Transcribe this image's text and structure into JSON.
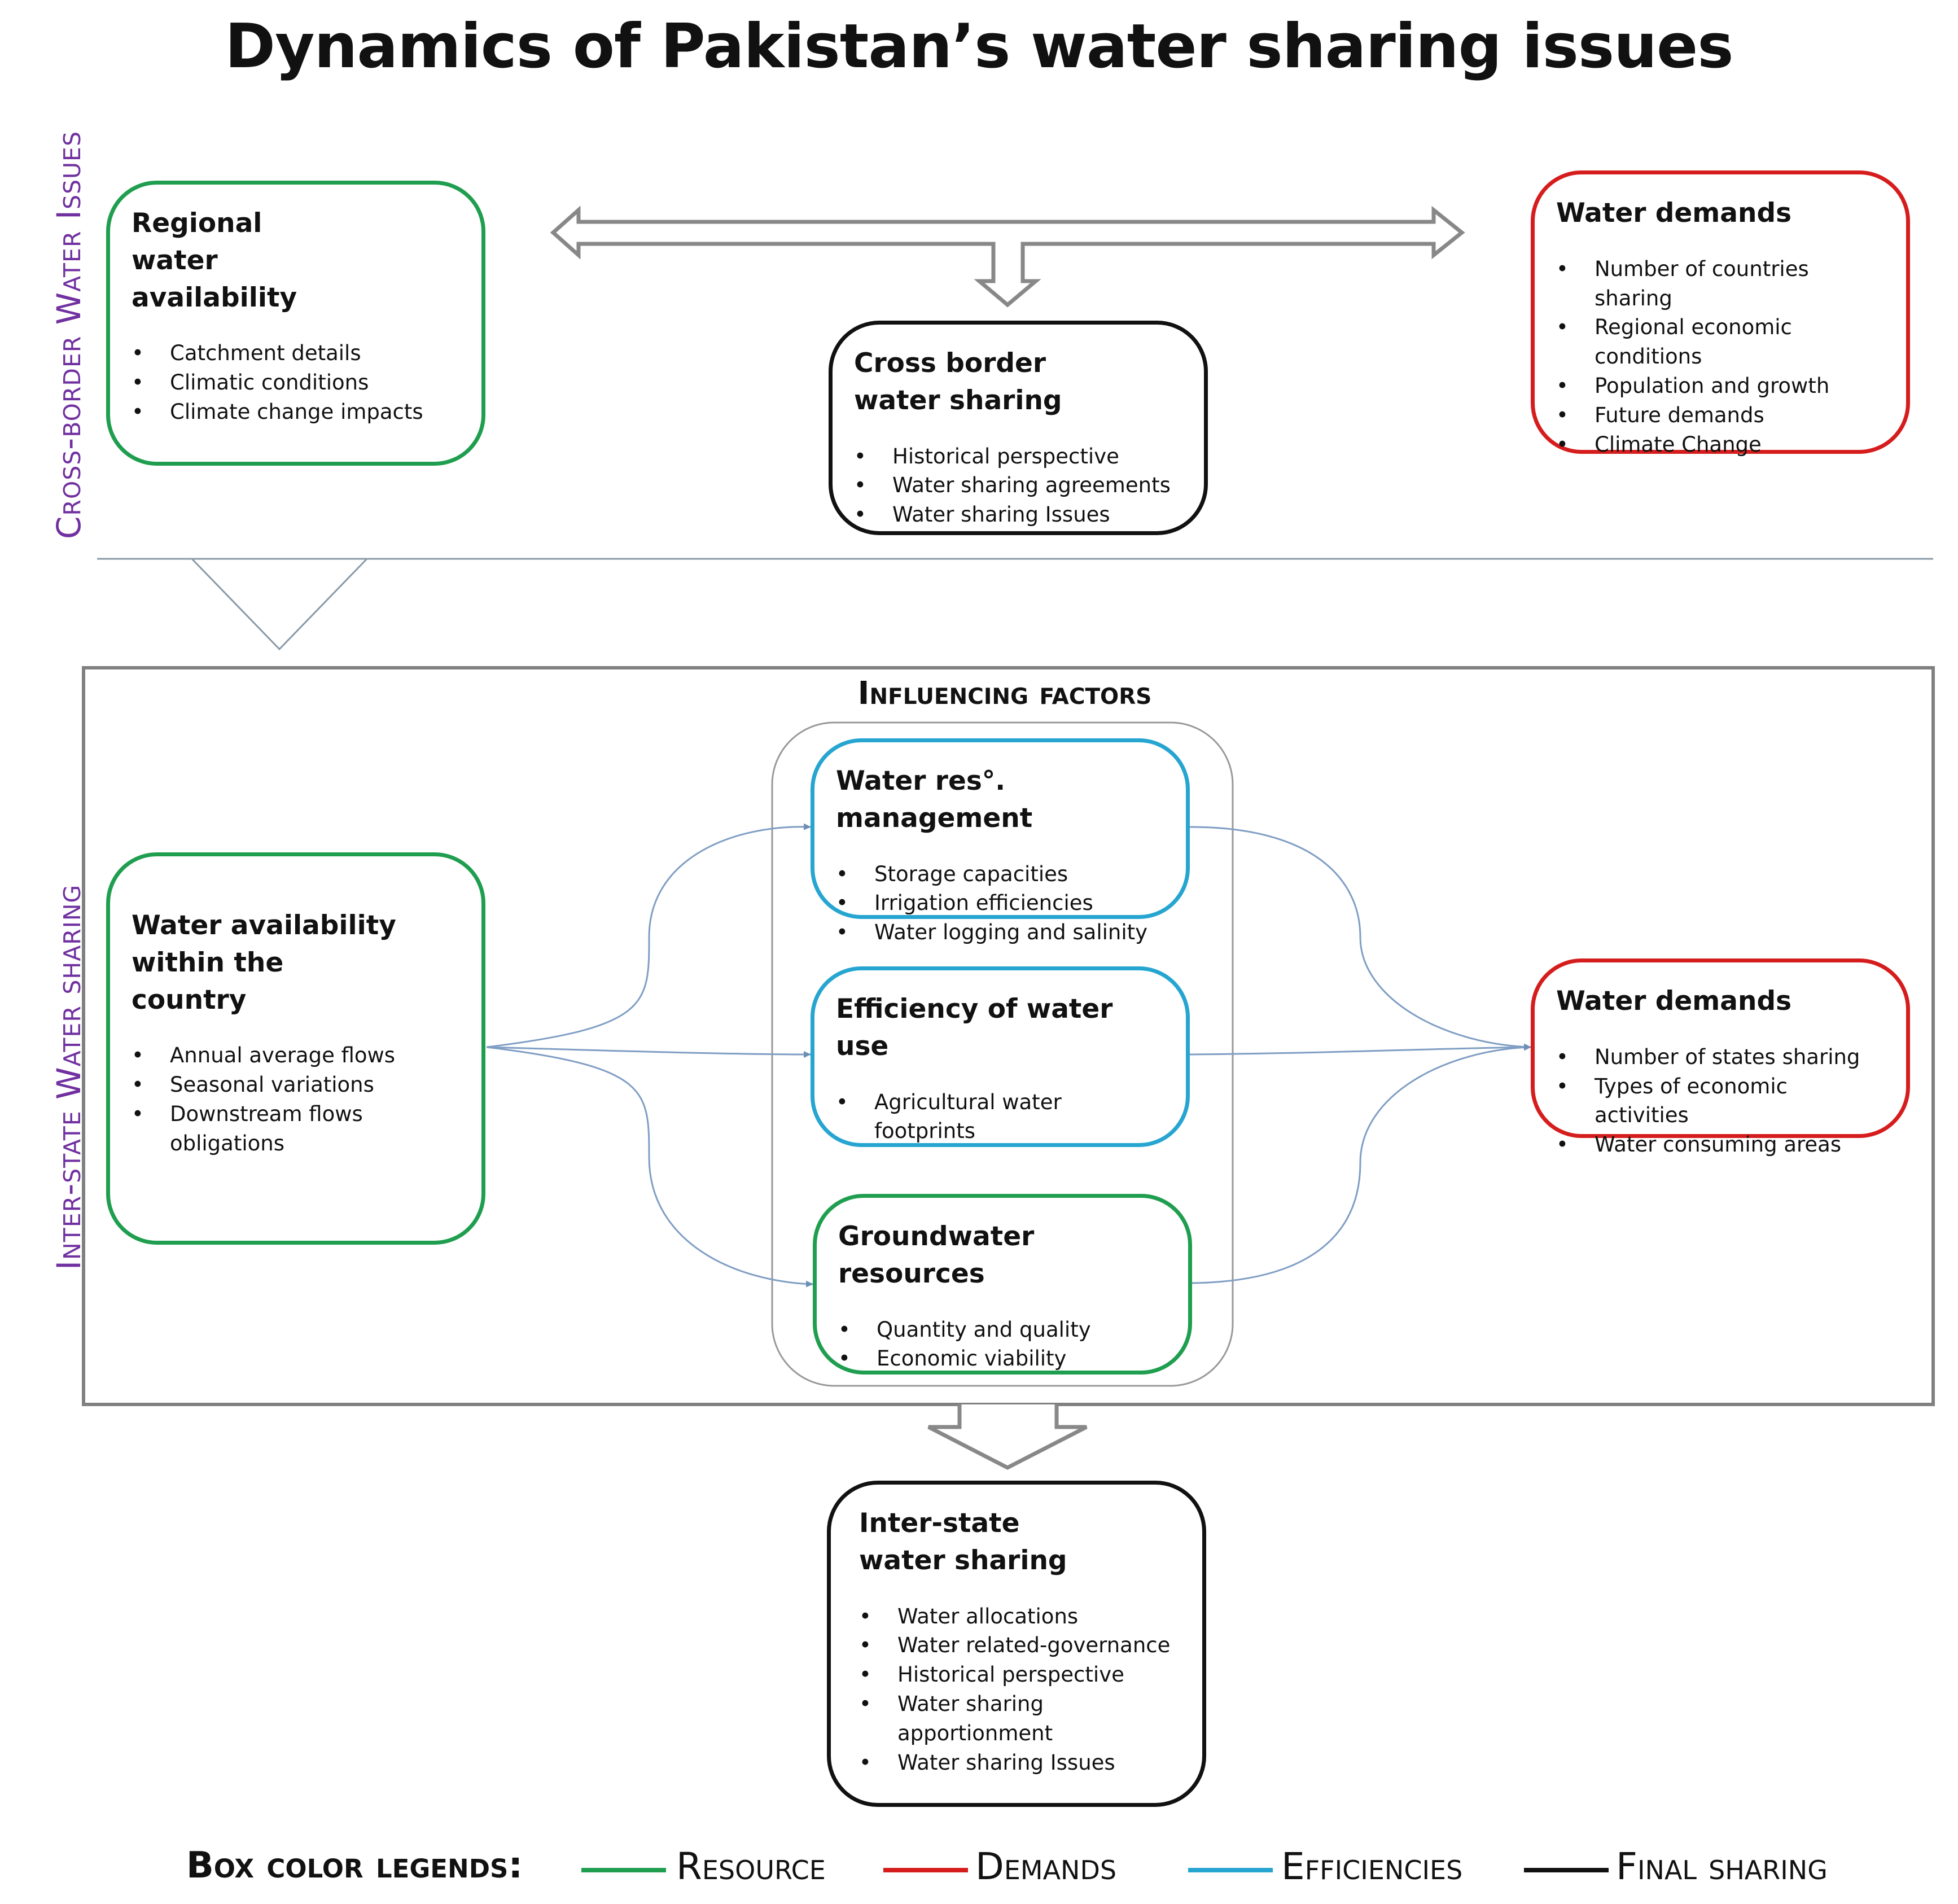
{
  "title": "Dynamics of Pakistan’s water sharing issues",
  "side_labels": {
    "top": "Cross-border Water Issues",
    "bottom": "Inter-state Water sharing"
  },
  "cross_border": {
    "regional": {
      "heading": "Regional water availability",
      "items": [
        "Catchment details",
        "Climatic conditions",
        "Climate change impacts"
      ]
    },
    "demands": {
      "heading": "Water demands",
      "items": [
        "Number of countries sharing",
        "Regional economic conditions",
        "Population and growth",
        "Future demands",
        "Climate Change"
      ]
    },
    "sharing": {
      "heading": "Cross border water sharing",
      "items": [
        "Historical perspective",
        "Water sharing agreements",
        "Water sharing Issues"
      ]
    }
  },
  "inter_state": {
    "influencing_title": "Influencing factors",
    "availability": {
      "heading": "Water availability within the country",
      "items": [
        "Annual average flows",
        "Seasonal variations",
        "Downstream flows obligations"
      ]
    },
    "management": {
      "heading": "Water res°. management",
      "items": [
        "Storage capacities",
        "Irrigation efficiencies",
        "Water logging and salinity"
      ]
    },
    "efficiency": {
      "heading": "Efficiency of water use",
      "items": [
        "Agricultural water footprints"
      ]
    },
    "groundwater": {
      "heading": "Groundwater resources",
      "items": [
        "Quantity and quality",
        "Economic viability"
      ]
    },
    "demands": {
      "heading": "Water demands",
      "items": [
        "Number of states sharing",
        "Types of economic activities",
        "Water consuming areas"
      ]
    },
    "sharing": {
      "heading": "Inter-state water sharing",
      "items": [
        "Water allocations",
        "Water related-governance",
        "Historical perspective",
        "Water sharing apportionment",
        "Water sharing Issues"
      ]
    }
  },
  "legend": {
    "title": "Box color legends:",
    "items": [
      {
        "label": "Resource",
        "color": "#1f9e4f"
      },
      {
        "label": "Demands",
        "color": "#d61d1d"
      },
      {
        "label": "Efficiencies",
        "color": "#26a5d1"
      },
      {
        "label": "Final sharing",
        "color": "#111111"
      }
    ]
  }
}
